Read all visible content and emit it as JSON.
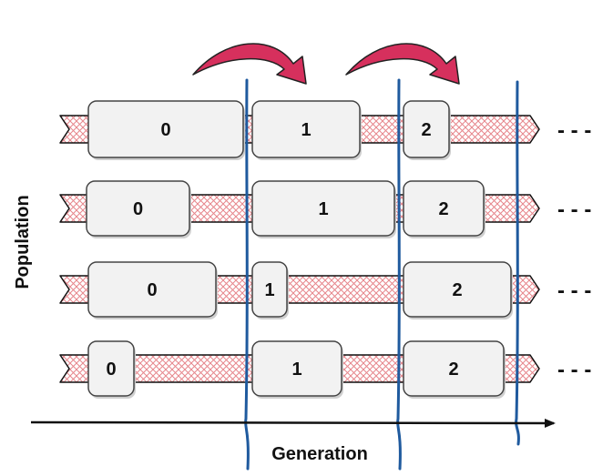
{
  "diagram": {
    "y_axis_label": "Population",
    "x_axis_label": "Generation",
    "ellipsis": "- - -",
    "rows": [
      {
        "blocks": [
          {
            "label": "0"
          },
          {
            "label": "1"
          },
          {
            "label": "2"
          }
        ]
      },
      {
        "blocks": [
          {
            "label": "0"
          },
          {
            "label": "1"
          },
          {
            "label": "2"
          }
        ]
      },
      {
        "blocks": [
          {
            "label": "0"
          },
          {
            "label": "1"
          },
          {
            "label": "2"
          }
        ]
      },
      {
        "blocks": [
          {
            "label": "0"
          },
          {
            "label": "1"
          },
          {
            "label": "2"
          }
        ]
      }
    ]
  },
  "colors": {
    "lane_hatch": "#e7868c",
    "block_fill": "#f2f2f2",
    "block_stroke": "#444444",
    "generation_line": "#1f5a9e",
    "arrow_fill": "#d6305d",
    "axis": "#111111"
  }
}
